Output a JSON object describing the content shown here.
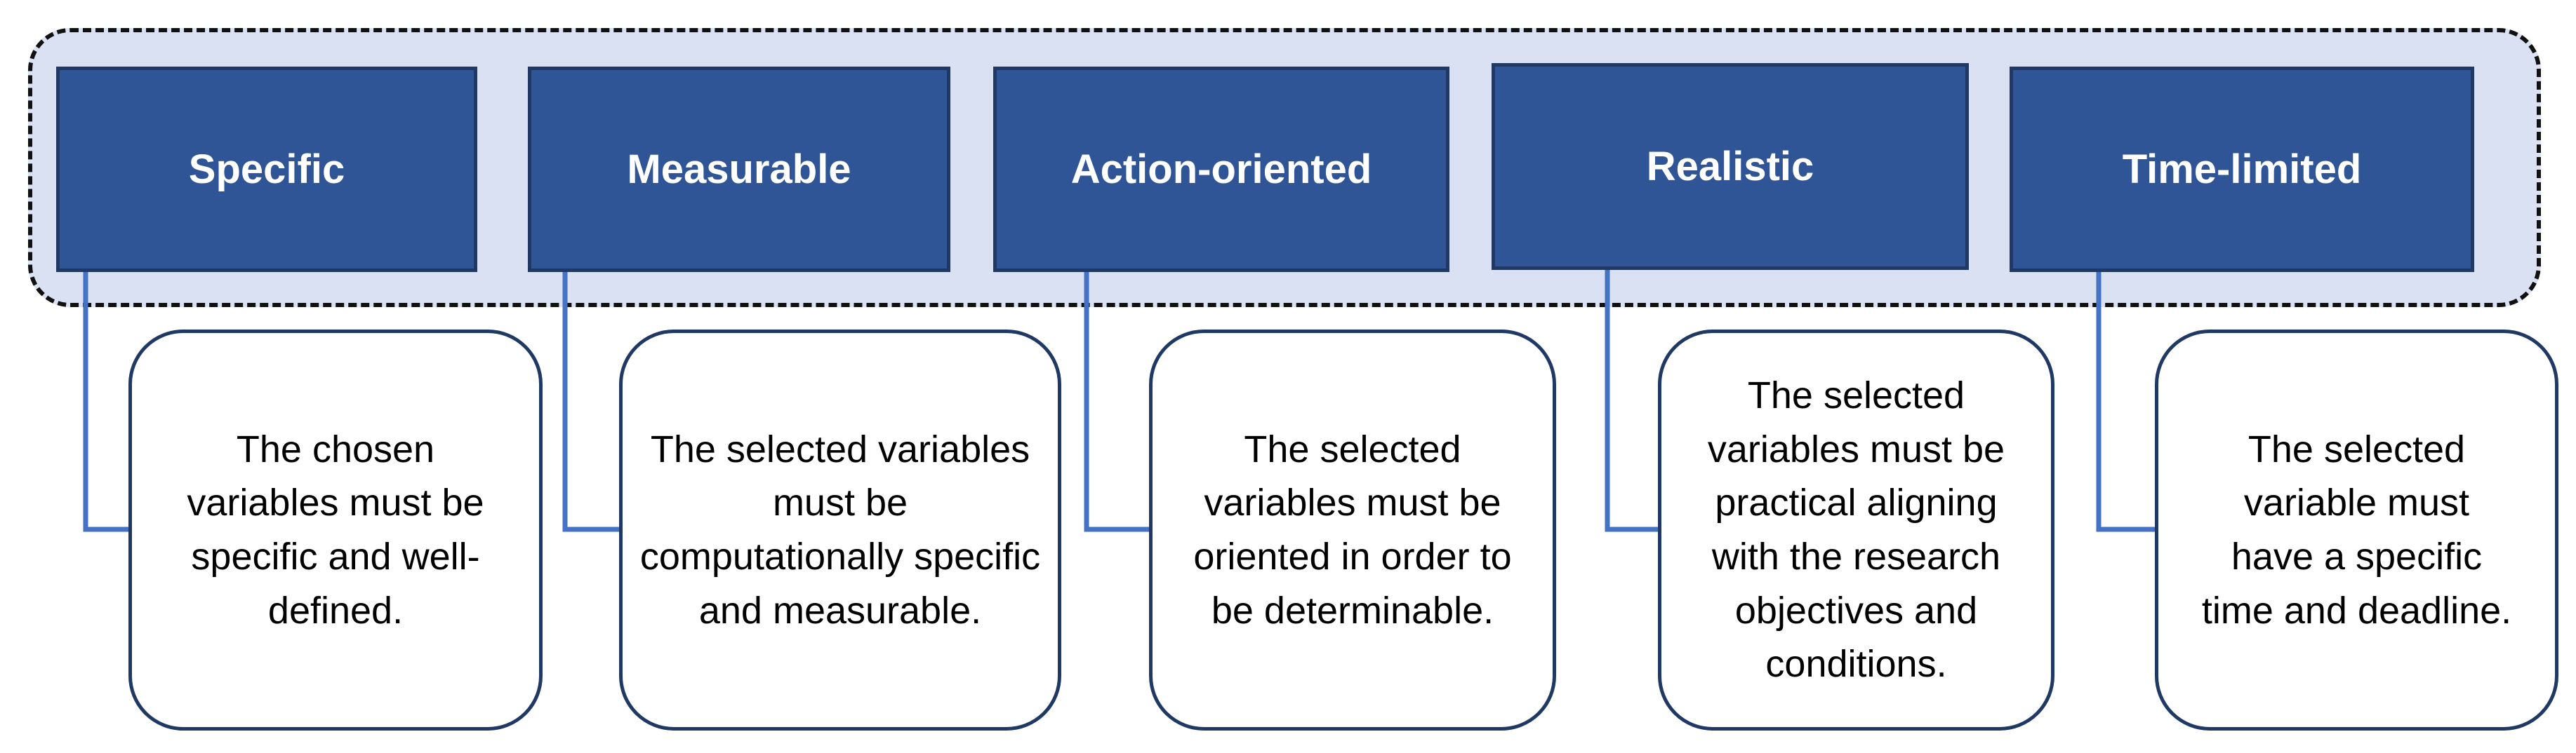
{
  "criteria": [
    {
      "id": "specific",
      "title": "Specific",
      "description": "The chosen variables must be specific and well-defined."
    },
    {
      "id": "measurable",
      "title": "Measurable",
      "description": "The selected variables must be computationally specific and measurable."
    },
    {
      "id": "action-oriented",
      "title": "Action-oriented",
      "description": "The selected variables must be oriented in order to be determinable."
    },
    {
      "id": "realistic",
      "title": "Realistic",
      "description": "The selected variables must be practical aligning with the research objectives and conditions."
    },
    {
      "id": "time-limited",
      "title": "Time-limited",
      "description": "The selected variable must have a specific time and deadline."
    }
  ],
  "colors": {
    "header_fill": "#2f5597",
    "header_border": "#1f3864",
    "band_fill": "#d9e1f2",
    "connector": "#4472c4"
  }
}
